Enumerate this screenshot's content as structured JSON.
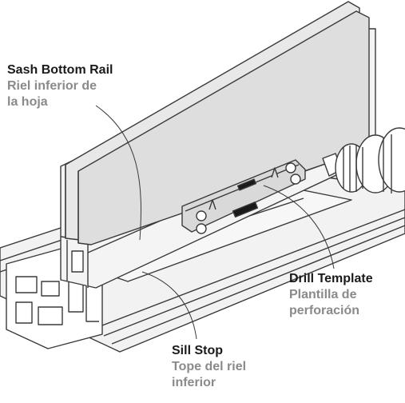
{
  "callouts": {
    "sash_bottom_rail": {
      "en": "Sash Bottom Rail",
      "es": "Riel inferior de\nla hoja"
    },
    "drill_template": {
      "en": "Drill Template",
      "es": "Plantilla de\nperforación"
    },
    "sill_stop": {
      "en": "Sill Stop",
      "es": "Tope del riel\ninferior"
    }
  },
  "colors": {
    "line": "#3a3a3a",
    "glass": "#e4e4e4",
    "frame": "#f2f2f2",
    "template": "#d9d9d9",
    "label_en": "#1a1a1a",
    "label_es": "#8a8a8a"
  }
}
